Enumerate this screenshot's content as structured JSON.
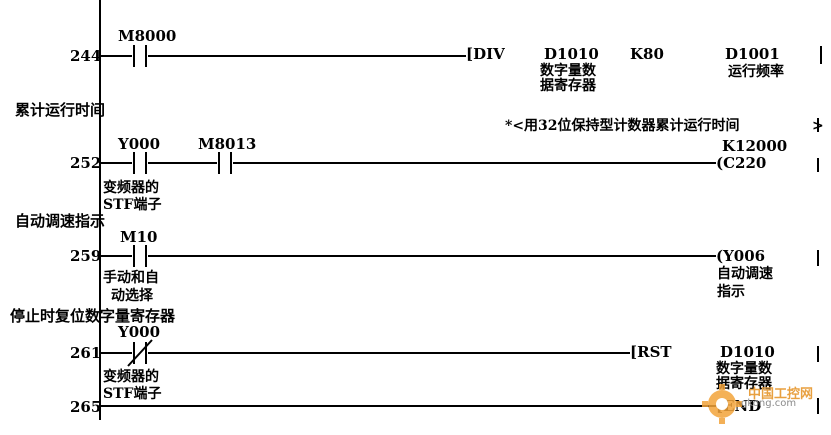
{
  "rungs": {
    "r244": {
      "step": "244",
      "contact": "M8000",
      "instr": "[DIV",
      "op1": "D1010",
      "op1_note1": "数字量数",
      "op1_note2": "据寄存器",
      "op2": "K80",
      "op3": "D1001",
      "op3_note": "运行频率"
    },
    "r252": {
      "comment": "累计运行时间",
      "step": "252",
      "c1": "Y000",
      "c1_note1": "变频器的",
      "c1_note2": "STF端子",
      "c2": "M8013",
      "coil_comment": "*<用32位保持型计数器累计运行时间",
      "coil_const": "K12000",
      "coil": "(C220"
    },
    "r259": {
      "comment": "自动调速指示",
      "step": "259",
      "c1": "M10",
      "c1_note1": "手动和自",
      "c1_note2": "动选择",
      "coil": "(Y006",
      "coil_note1": "自动调速",
      "coil_note2": "指示"
    },
    "r261": {
      "comment": "停止时复位数字量寄存器",
      "step": "261",
      "c1": "Y000",
      "c1_note1": "变频器的",
      "c1_note2": "STF端子",
      "instr": "[RST",
      "op1": "D1010",
      "op1_note1": "数字量数",
      "op1_note2": "据寄存器"
    },
    "r265": {
      "step": "265",
      "instr": "[END"
    }
  },
  "watermark": {
    "text": "中国工控网",
    "url": "gkong.com",
    "color": "#e8a040"
  }
}
